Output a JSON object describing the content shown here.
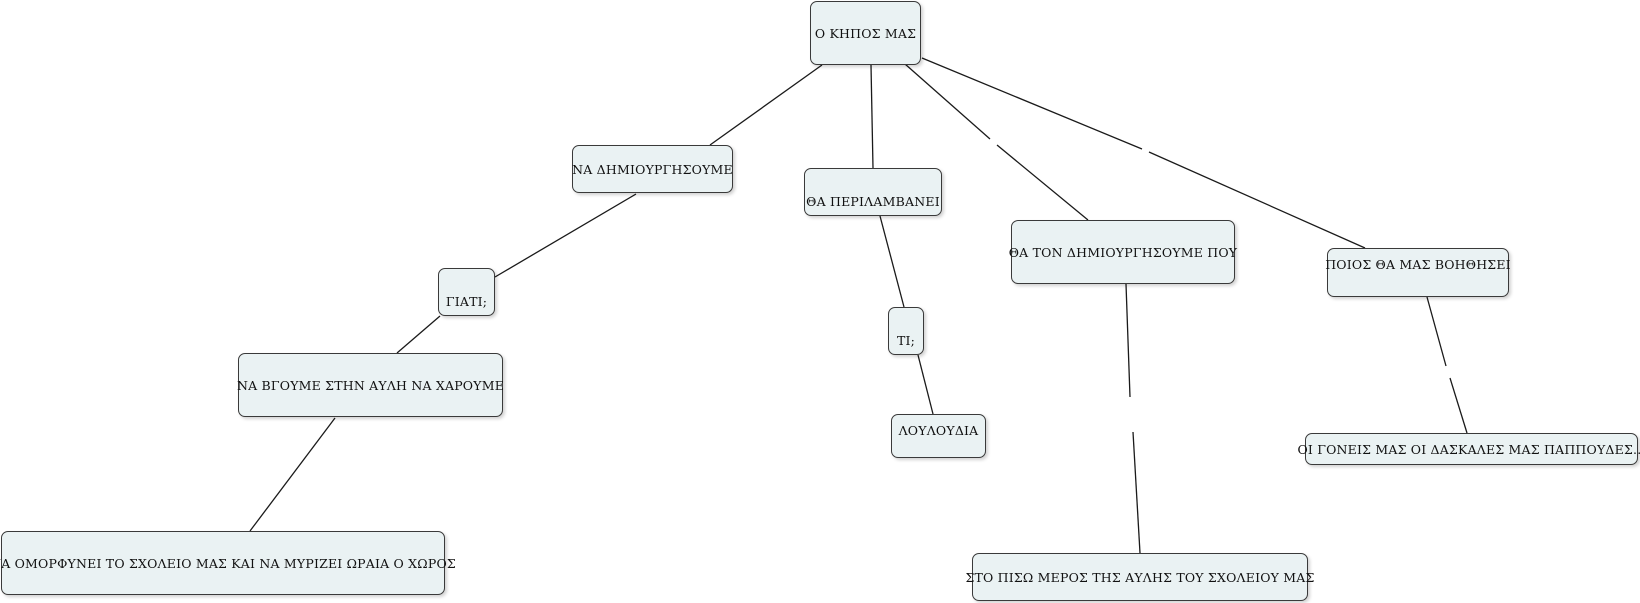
{
  "nodes": {
    "root": "Ο ΚΗΠΟΣ ΜΑΣ",
    "create": "ΝΑ ΔΗΜΙΟΥΡΓΗΣΟΥΜΕ",
    "include": "ΘΑ ΠΕΡΙΛΑΜΒΑΝΕΙ",
    "where": "ΘΑ ΤΟΝ ΔΗΜΙΟΥΡΓΗΣΟΥΜΕ ΠΟΥ",
    "who": "ΠΟΙΟΣ ΘΑ ΜΑΣ ΒΟΗΘΗΣΕΙ",
    "why": "ΓΙΑΤΙ;",
    "what": "ΤΙ;",
    "go_out": "ΝΑ ΒΓΟΥΜΕ ΣΤΗΝ ΑΥΛΗ ΝΑ ΧΑΡΟΥΜΕ",
    "flowers": "ΛΟΥΛΟΥΔΙΑ",
    "beautify": "ΝΑ ΟΜΟΡΦΥΝΕΙ ΤΟ ΣΧΟΛΕΙΟ ΜΑΣ ΚΑΙ ΝΑ ΜΥΡΙΖΕΙ ΩΡΑΙΑ Ο ΧΩΡΟΣ",
    "back_yard": "ΣΤΟ ΠΙΣΩ ΜΕΡΟΣ ΤΗΣ ΑΥΛΗΣ ΤΟΥ ΣΧΟΛΕΙΟΥ ΜΑΣ",
    "helpers": "ΟΙ ΓΟΝΕΙΣ ΜΑΣ ΟΙ ΔΑΣΚΑΛΕΣ ΜΑΣ ΠΑΠΠΟΥΔΕΣ..."
  },
  "links": [
    {
      "from": "root",
      "to": "create"
    },
    {
      "from": "root",
      "to": "include"
    },
    {
      "from": "root",
      "to": "where"
    },
    {
      "from": "root",
      "to": "who"
    },
    {
      "from": "create",
      "to": "why"
    },
    {
      "from": "why",
      "to": "go_out"
    },
    {
      "from": "go_out",
      "to": "beautify"
    },
    {
      "from": "include",
      "to": "what"
    },
    {
      "from": "what",
      "to": "flowers"
    },
    {
      "from": "where",
      "to": "back_yard"
    },
    {
      "from": "who",
      "to": "helpers"
    }
  ],
  "colors": {
    "node_fill": "#eaf2f3",
    "node_border": "#3a3a3a",
    "link": "#1a1a1a"
  }
}
